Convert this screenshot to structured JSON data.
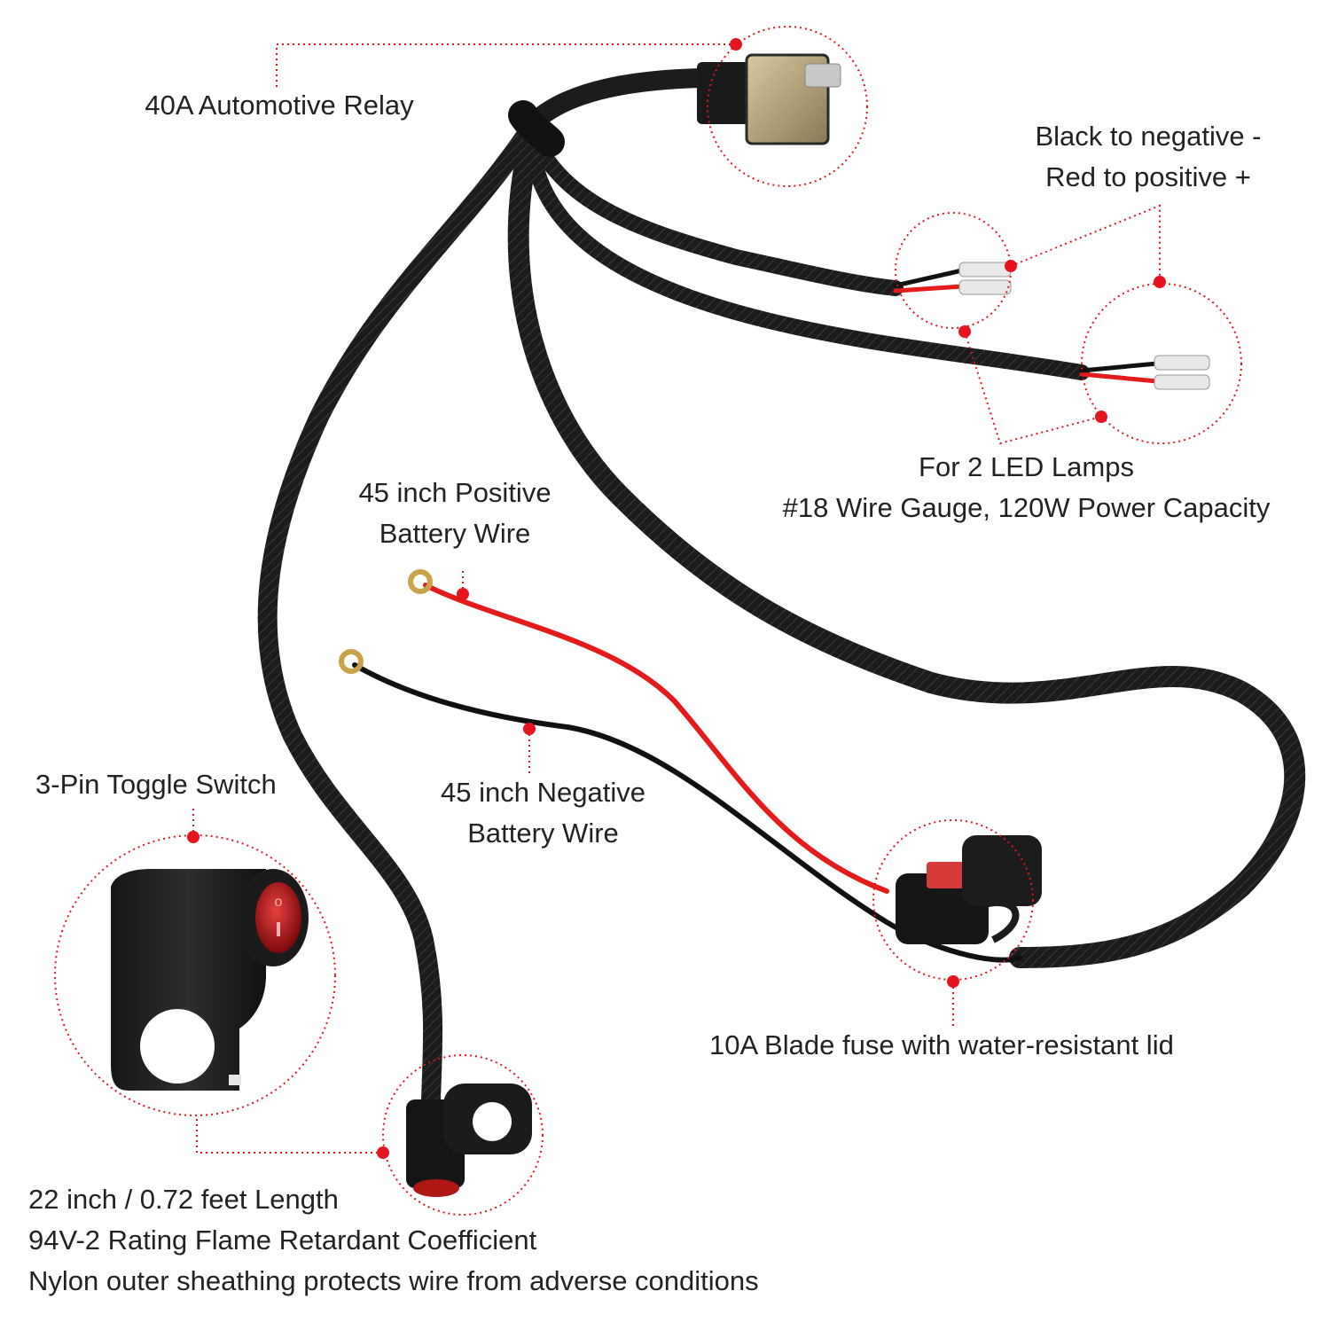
{
  "colors": {
    "callout": "#e4151e",
    "sheath": "#1c1c1c",
    "positive_wire": "#e41b1b",
    "negative_wire": "#111111",
    "ring_terminal": "#c9a24a"
  },
  "labels": {
    "relay": "40A Automotive Relay",
    "polarity_line1": "Black to negative -",
    "polarity_line2": "Red to positive +",
    "lamps_line1": "For 2 LED Lamps",
    "lamps_line2": "#18 Wire Gauge, 120W Power Capacity",
    "positive_line1": "45 inch Positive",
    "positive_line2": "Battery Wire",
    "negative_line1": "45 inch Negative",
    "negative_line2": "Battery Wire",
    "switch": "3-Pin Toggle Switch",
    "fuse": "10A Blade fuse with water-resistant lid",
    "switch_spec_line1": "22 inch / 0.72 feet Length",
    "switch_spec_line2": "94V-2 Rating Flame Retardant Coefficient",
    "switch_spec_line3": "Nylon outer sheathing protects wire from adverse conditions"
  }
}
